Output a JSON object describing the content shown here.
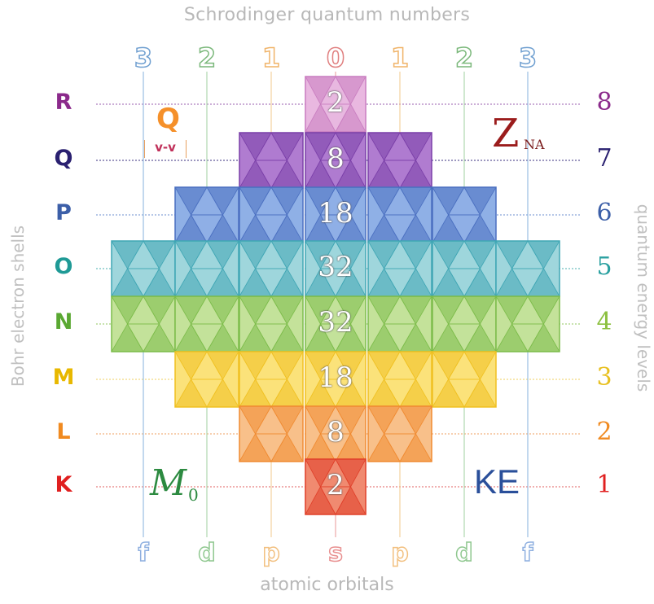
{
  "title_top": "Schrodinger quantum numbers",
  "title_bottom": "atomic orbitals",
  "left_axis_label": "Bohr electron shells",
  "right_axis_label": "quantum energy levels",
  "quantum_numbers": [
    {
      "label": "3",
      "color": "#6f9fd0"
    },
    {
      "label": "2",
      "color": "#7bb87b"
    },
    {
      "label": "1",
      "color": "#f0b46a"
    },
    {
      "label": "0",
      "color": "#e08080"
    },
    {
      "label": "1",
      "color": "#f0b46a"
    },
    {
      "label": "2",
      "color": "#7bb87b"
    },
    {
      "label": "3",
      "color": "#6f9fd0"
    }
  ],
  "orbitals": [
    {
      "label": "f",
      "color": "#8fb0e0"
    },
    {
      "label": "d",
      "color": "#90c890"
    },
    {
      "label": "p",
      "color": "#f2c080"
    },
    {
      "label": "s",
      "color": "#e89090"
    },
    {
      "label": "p",
      "color": "#f2c080"
    },
    {
      "label": "d",
      "color": "#90c890"
    },
    {
      "label": "f",
      "color": "#8fb0e0"
    }
  ],
  "shells": [
    {
      "letter": "R",
      "level": "8",
      "count": "2",
      "color": "#8b2a8b",
      "level_color": "#8b2a8b"
    },
    {
      "letter": "Q",
      "level": "7",
      "count": "8",
      "color": "#2a2070",
      "level_color": "#2a2070"
    },
    {
      "letter": "P",
      "level": "6",
      "count": "18",
      "color": "#3c5fa8",
      "level_color": "#3c5fa8"
    },
    {
      "letter": "O",
      "level": "5",
      "count": "32",
      "color": "#1f9a96",
      "level_color": "#2aa0a0"
    },
    {
      "letter": "N",
      "level": "4",
      "count": "32",
      "color": "#5aa832",
      "level_color": "#8cc040"
    },
    {
      "letter": "M",
      "level": "3",
      "count": "18",
      "color": "#e8b800",
      "level_color": "#e8c020"
    },
    {
      "letter": "L",
      "level": "2",
      "count": "8",
      "color": "#f08a20",
      "level_color": "#f08a20"
    },
    {
      "letter": "K",
      "level": "1",
      "count": "2",
      "color": "#e02020",
      "level_color": "#e02020"
    }
  ],
  "annotations": {
    "q_symbol": "Q",
    "v_label": "v-v",
    "z_symbol": "Z",
    "z_subscript": "NA",
    "m_symbol": "M",
    "m_subscript": "0",
    "ke_symbol": "KE"
  }
}
